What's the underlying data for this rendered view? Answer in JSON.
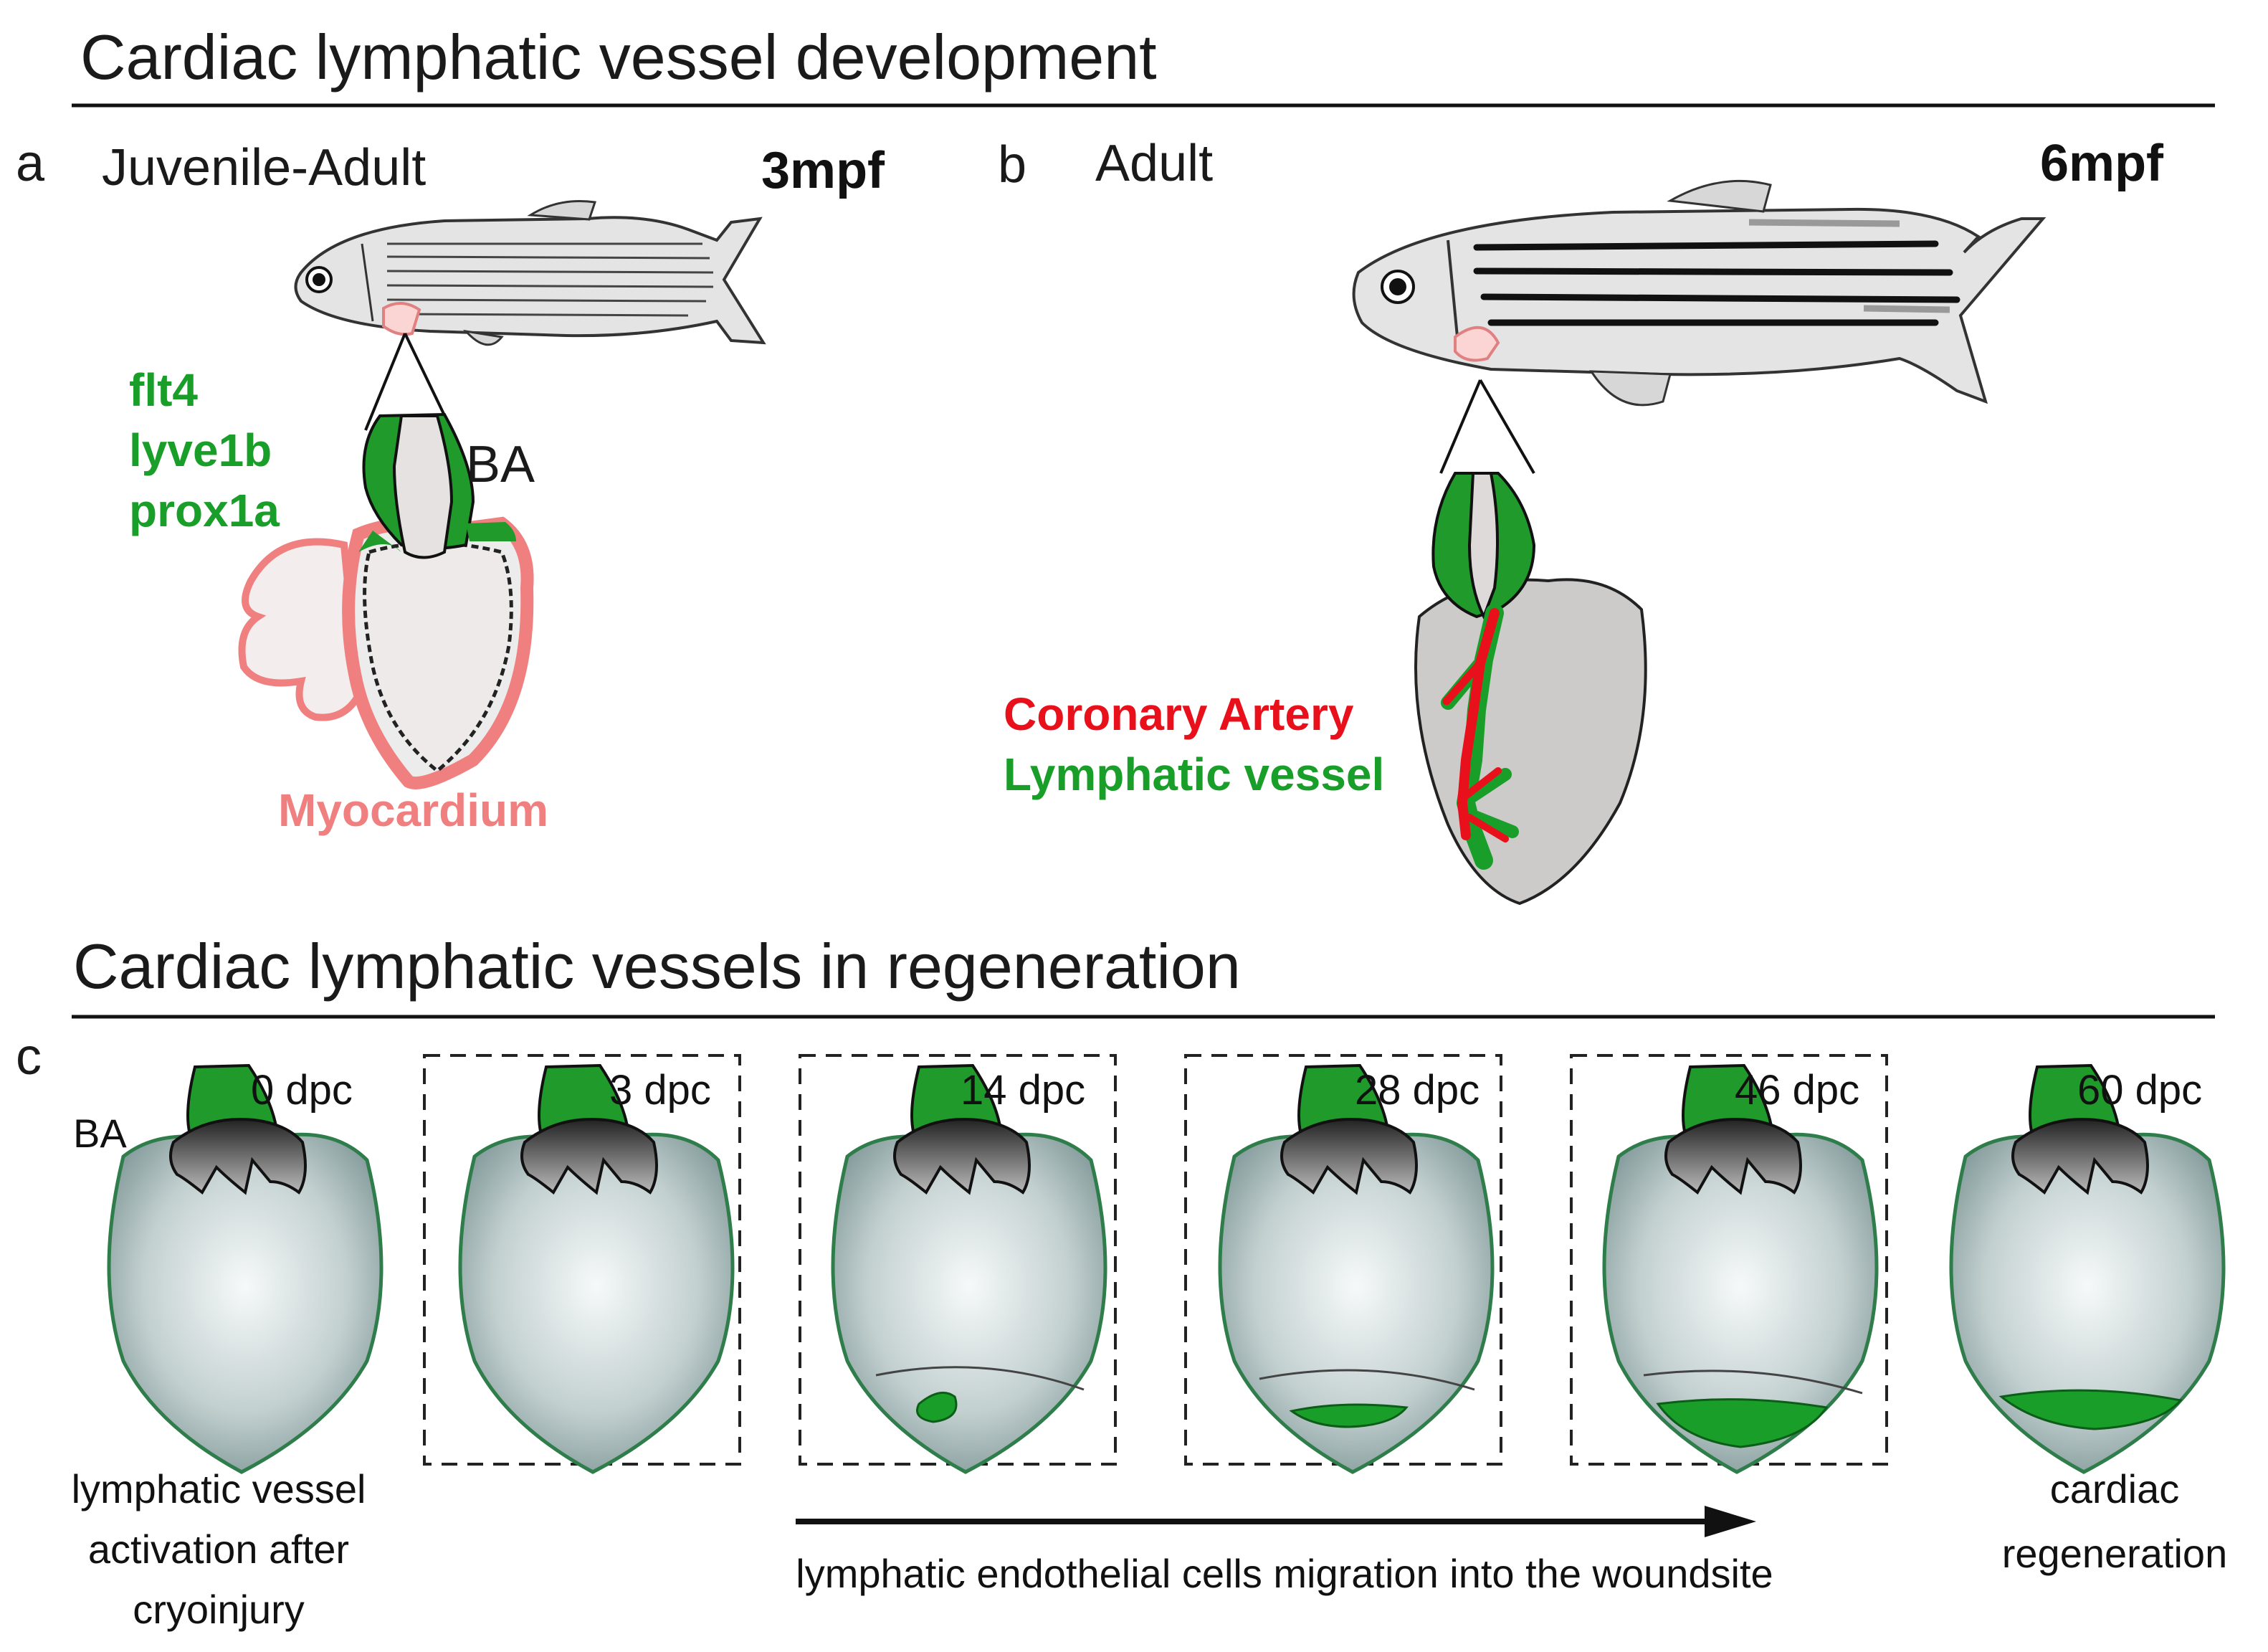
{
  "sections": {
    "development_title": "Cardiac lymphatic vessel development",
    "regeneration_title": "Cardiac lymphatic vessels in regeneration"
  },
  "panel_a": {
    "letter": "a",
    "heading": "Juvenile-Adult",
    "stage": "3mpf",
    "markers": [
      "flt4",
      "lyve1b",
      "prox1a"
    ],
    "ba_label": "BA",
    "myocardium_label": "Myocardium"
  },
  "panel_b": {
    "letter": "b",
    "heading": "Adult",
    "stage": "6mpf",
    "legend": [
      "Coronary Artery",
      "Lymphatic vessel"
    ]
  },
  "panel_c": {
    "letter": "c",
    "ba_label": "BA",
    "timepoints": [
      "0 dpc",
      "3 dpc",
      "14 dpc",
      "28 dpc",
      "46 dpc",
      "60 dpc"
    ],
    "left_caption": [
      "lymphatic vessel",
      "activation after",
      "cryoinjury"
    ],
    "arrow_caption": "lymphatic endothelial cells migration into the woundsite",
    "right_caption": [
      "cardiac",
      "regeneration"
    ]
  },
  "colors": {
    "green": "#1a9e2a",
    "red": "#e8101a",
    "pink": "#f08080",
    "heart_gray": "#cdcaca",
    "ventricle_light": "#f4f7f7",
    "ventricle_dark": "#7f9696"
  }
}
